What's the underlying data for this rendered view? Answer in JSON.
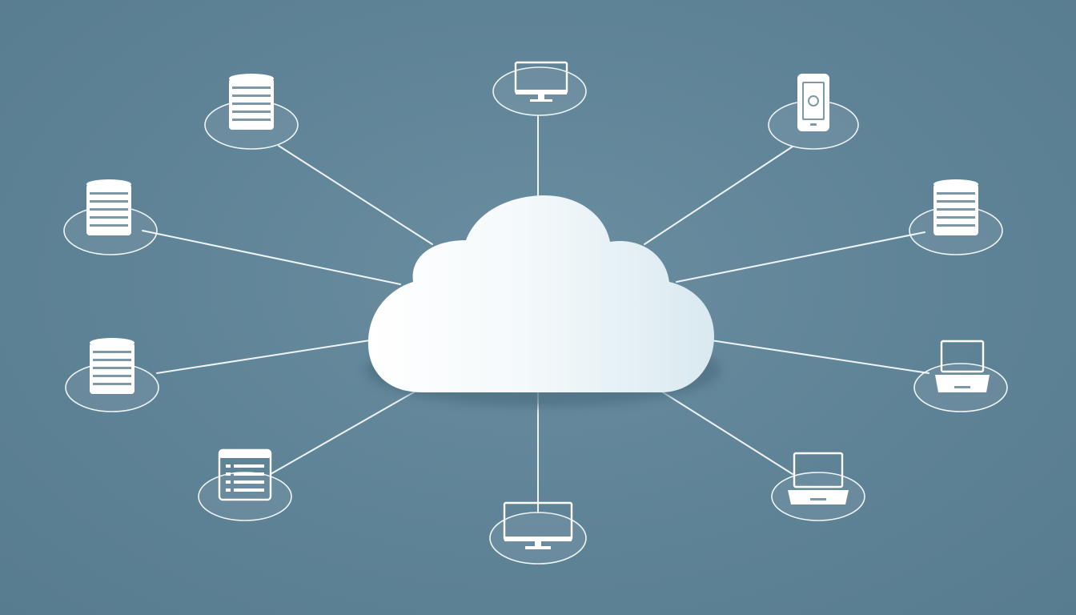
{
  "colors": {
    "background": "#5f8396",
    "lines": "#eef4f7",
    "cloud_light": "#ffffff",
    "cloud_tint": "#dbeaf1",
    "cloud_shadow": "#4d6f82"
  },
  "hub": {
    "icon": "cloud-icon"
  },
  "nodes": [
    {
      "id": "database-top-left",
      "icon": "database-icon"
    },
    {
      "id": "monitor-top",
      "icon": "monitor-icon"
    },
    {
      "id": "phone-top-right",
      "icon": "smartphone-icon"
    },
    {
      "id": "database-upper-left",
      "icon": "database-icon"
    },
    {
      "id": "database-right",
      "icon": "database-icon"
    },
    {
      "id": "database-lower-left",
      "icon": "database-icon"
    },
    {
      "id": "laptop-right",
      "icon": "laptop-icon"
    },
    {
      "id": "document-bottom-left",
      "icon": "document-list-icon"
    },
    {
      "id": "monitor-bottom",
      "icon": "monitor-icon"
    },
    {
      "id": "laptop-bottom-right",
      "icon": "laptop-icon"
    }
  ]
}
